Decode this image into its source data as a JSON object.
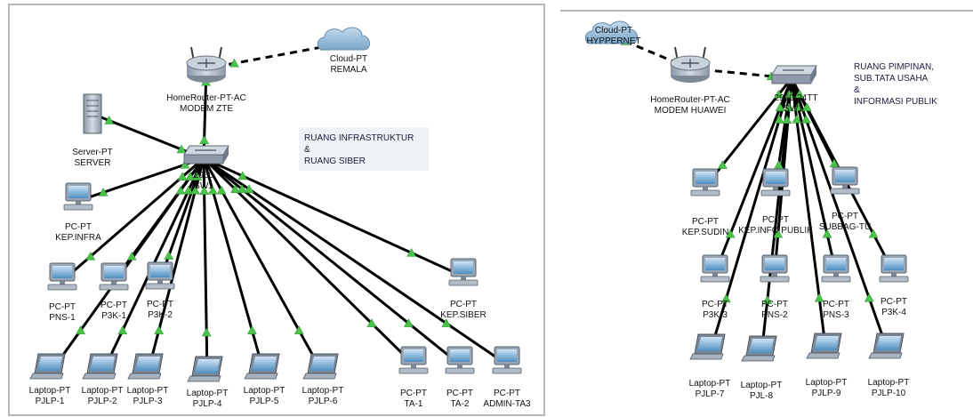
{
  "left_panel": {
    "room_label": [
      "RUANG INFRASTRUKTUR",
      "&",
      "RUANG SIBER"
    ],
    "devices": [
      {
        "id": "cloud_l",
        "kind": "cloud",
        "lines": [
          "Cloud-PT",
          "REMALA"
        ]
      },
      {
        "id": "router_l",
        "kind": "router",
        "lines": [
          "HomeRouter-PT-AC",
          "MODEM ZTE"
        ]
      },
      {
        "id": "server_l",
        "kind": "server",
        "lines": [
          "Server-PT",
          "SERVER"
        ]
      },
      {
        "id": "switch_l",
        "kind": "switch",
        "lines": [
          "2960",
          "SW1"
        ]
      },
      {
        "id": "pc_kepinfra",
        "kind": "pc",
        "lines": [
          "PC-PT",
          "KEP.INFRA"
        ]
      },
      {
        "id": "pc_pns1",
        "kind": "pc",
        "lines": [
          "PC-PT",
          "PNS-1"
        ]
      },
      {
        "id": "pc_p3k1",
        "kind": "pc",
        "lines": [
          "PC-PT",
          "P3K-1"
        ]
      },
      {
        "id": "pc_p3k2",
        "kind": "pc",
        "lines": [
          "PC-PT",
          "P3K-2"
        ]
      },
      {
        "id": "pc_kepsiber",
        "kind": "pc",
        "lines": [
          "PC-PT",
          "KEP.SIBER"
        ]
      },
      {
        "id": "lap_1",
        "kind": "laptop",
        "lines": [
          "Laptop-PT",
          "PJLP-1"
        ]
      },
      {
        "id": "lap_2",
        "kind": "laptop",
        "lines": [
          "Laptop-PT",
          "PJLP-2"
        ]
      },
      {
        "id": "lap_3",
        "kind": "laptop",
        "lines": [
          "Laptop-PT",
          "PJLP-3"
        ]
      },
      {
        "id": "lap_4",
        "kind": "laptop",
        "lines": [
          "Laptop-PT",
          "PJLP-4"
        ]
      },
      {
        "id": "lap_5",
        "kind": "laptop",
        "lines": [
          "Laptop-PT",
          "PJLP-5"
        ]
      },
      {
        "id": "lap_6",
        "kind": "laptop",
        "lines": [
          "Laptop-PT",
          "PJLP-6"
        ]
      },
      {
        "id": "pc_ta1",
        "kind": "pc",
        "lines": [
          "PC-PT",
          "TA-1"
        ]
      },
      {
        "id": "pc_ta2",
        "kind": "pc",
        "lines": [
          "PC-PT",
          "TA-2"
        ]
      },
      {
        "id": "pc_admin",
        "kind": "pc",
        "lines": [
          "PC-PT",
          "ADMIN-TA3"
        ]
      }
    ]
  },
  "right_panel": {
    "room_label": [
      "RUANG PIMPINAN,",
      "SUB.TATA USAHA",
      "&",
      "INFORMASI PUBLIK"
    ],
    "devices": [
      {
        "id": "cloud_r",
        "kind": "cloud",
        "lines": [
          "Cloud-PT",
          "HYPPERNET"
        ]
      },
      {
        "id": "router_r",
        "kind": "router",
        "lines": [
          "HomeRouter-PT-AC",
          "MODEM HUAWEI"
        ]
      },
      {
        "id": "switch_r",
        "kind": "switch",
        "lines": [
          "2960-24TT",
          "SW1"
        ]
      },
      {
        "id": "pc_kepsudin",
        "kind": "pc",
        "lines": [
          "PC-PT",
          "KEP.SUDIN"
        ]
      },
      {
        "id": "pc_kepinfo",
        "kind": "pc",
        "lines": [
          "PC-PT",
          "KEP.INFO PUBLIK"
        ]
      },
      {
        "id": "pc_subbag",
        "kind": "pc",
        "lines": [
          "PC-PT",
          "SUBBAG-TU"
        ]
      },
      {
        "id": "pc_p3k3",
        "kind": "pc",
        "lines": [
          "PC-PT",
          "P3K-3"
        ]
      },
      {
        "id": "pc_pns2",
        "kind": "pc",
        "lines": [
          "PC-PT",
          "PNS-2"
        ]
      },
      {
        "id": "pc_pns3",
        "kind": "pc",
        "lines": [
          "PC-PT",
          "PNS-3"
        ]
      },
      {
        "id": "pc_p3k4",
        "kind": "pc",
        "lines": [
          "PC-PT",
          "P3K-4"
        ]
      },
      {
        "id": "lap_7",
        "kind": "laptop",
        "lines": [
          "Laptop-PT",
          "PJLP-7"
        ]
      },
      {
        "id": "lap_8",
        "kind": "laptop",
        "lines": [
          "Laptop-PT",
          "PJL-8"
        ]
      },
      {
        "id": "lap_9",
        "kind": "laptop",
        "lines": [
          "Laptop-PT",
          "PJLP-9"
        ]
      },
      {
        "id": "lap_10",
        "kind": "laptop",
        "lines": [
          "Laptop-PT",
          "PJLP-10"
        ]
      }
    ]
  },
  "links": [
    {
      "from": "cloud_l",
      "to": "router_l",
      "style": "dashed"
    },
    {
      "from": "router_l",
      "to": "switch_l",
      "style": "solid"
    },
    {
      "from": "server_l",
      "to": "switch_l",
      "style": "solid"
    },
    {
      "from": "switch_l",
      "to": "pc_kepinfra",
      "style": "solid"
    },
    {
      "from": "switch_l",
      "to": "pc_pns1",
      "style": "solid"
    },
    {
      "from": "switch_l",
      "to": "pc_p3k1",
      "style": "solid"
    },
    {
      "from": "switch_l",
      "to": "pc_p3k2",
      "style": "solid"
    },
    {
      "from": "switch_l",
      "to": "pc_kepsiber",
      "style": "solid"
    },
    {
      "from": "switch_l",
      "to": "lap_1",
      "style": "solid"
    },
    {
      "from": "switch_l",
      "to": "lap_2",
      "style": "solid"
    },
    {
      "from": "switch_l",
      "to": "lap_3",
      "style": "solid"
    },
    {
      "from": "switch_l",
      "to": "lap_4",
      "style": "solid"
    },
    {
      "from": "switch_l",
      "to": "lap_5",
      "style": "solid"
    },
    {
      "from": "switch_l",
      "to": "lap_6",
      "style": "solid"
    },
    {
      "from": "switch_l",
      "to": "pc_ta1",
      "style": "solid"
    },
    {
      "from": "switch_l",
      "to": "pc_ta2",
      "style": "solid"
    },
    {
      "from": "switch_l",
      "to": "pc_admin",
      "style": "solid"
    },
    {
      "from": "cloud_r",
      "to": "router_r",
      "style": "dashed"
    },
    {
      "from": "router_r",
      "to": "switch_r",
      "style": "dashed"
    },
    {
      "from": "switch_r",
      "to": "pc_kepsudin",
      "style": "solid"
    },
    {
      "from": "switch_r",
      "to": "pc_kepinfo",
      "style": "solid"
    },
    {
      "from": "switch_r",
      "to": "pc_subbag",
      "style": "solid"
    },
    {
      "from": "switch_r",
      "to": "pc_p3k3",
      "style": "solid"
    },
    {
      "from": "switch_r",
      "to": "pc_pns2",
      "style": "solid"
    },
    {
      "from": "switch_r",
      "to": "pc_pns3",
      "style": "solid"
    },
    {
      "from": "switch_r",
      "to": "pc_p3k4",
      "style": "solid"
    },
    {
      "from": "switch_r",
      "to": "lap_7",
      "style": "solid"
    },
    {
      "from": "switch_r",
      "to": "lap_8",
      "style": "solid"
    },
    {
      "from": "switch_r",
      "to": "lap_9",
      "style": "solid"
    },
    {
      "from": "switch_r",
      "to": "lap_10",
      "style": "solid"
    }
  ],
  "colors": {
    "link_up": "#49c24a",
    "link_line": "#000000",
    "cloud": "#8fb7d6",
    "device_grey": "#b9c2cc",
    "screen_blue": "#4f8fc0",
    "room_box": "#eef2f7"
  }
}
